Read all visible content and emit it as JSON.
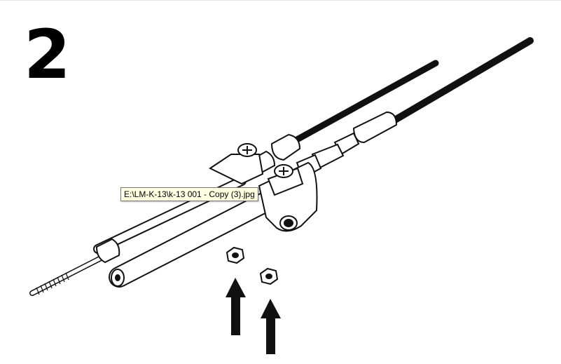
{
  "step": {
    "number": "2"
  },
  "tooltip": {
    "text": "E:\\LM-K-13\\k-13 001 - Copy (3).jpg"
  },
  "illustration": {
    "subject": "control-cable-clamp-assembly",
    "parts": [
      "cable-rods",
      "clamp-block",
      "screws",
      "hex-nuts",
      "arrows"
    ]
  }
}
